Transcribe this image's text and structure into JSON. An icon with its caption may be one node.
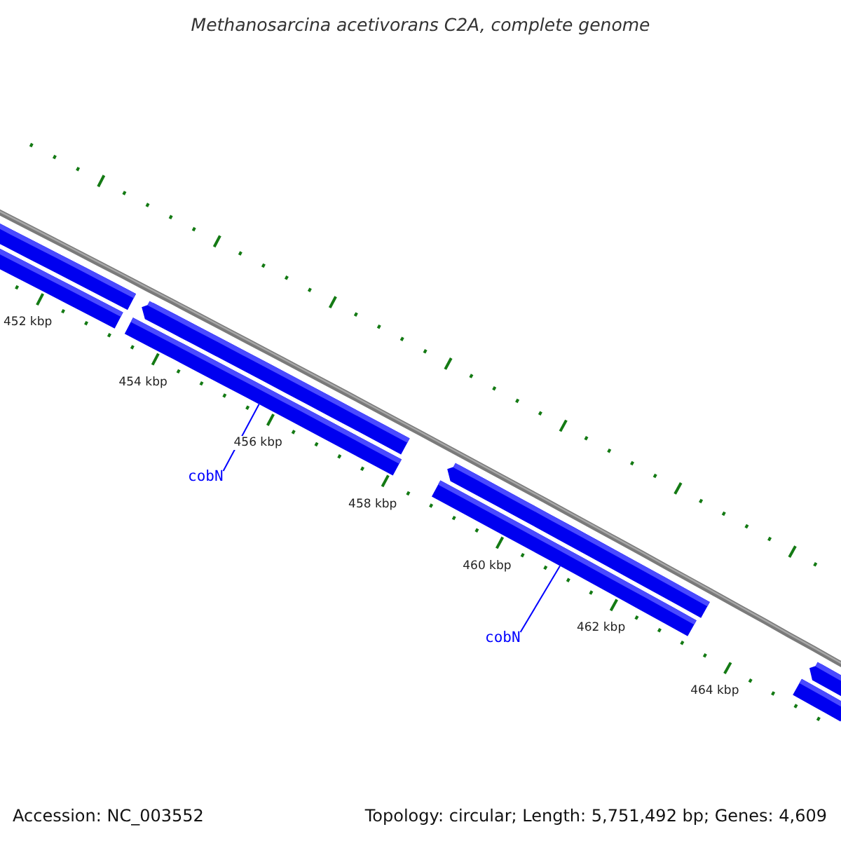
{
  "diagram": {
    "title": "Methanosarcina acetivorans C2A, complete genome",
    "nodes": [
      {
        "text": [],
        "shape": "bar"
      },
      {
        "text": [],
        "shape": "bar"
      },
      {
        "text": [],
        "shape": "arrow"
      },
      {
        "text": [],
        "shape": "bar"
      },
      {
        "text": [],
        "shape": "arrow"
      },
      {
        "text": [],
        "shape": "bar"
      },
      {
        "text": [],
        "shape": "arrow"
      },
      {
        "text": [],
        "shape": "bar"
      },
      {
        "text": [
          "cobN"
        ]
      },
      {
        "text": [
          "cobN"
        ]
      }
    ],
    "edges": [
      {
        "from": 8,
        "to": 3,
        "arrow": "none"
      },
      {
        "from": 9,
        "to": 5,
        "arrow": "none"
      }
    ],
    "labels": [
      "452 kbp",
      "454 kbp",
      "456 kbp",
      "458 kbp",
      "460 kbp",
      "462 kbp",
      "464 kbp",
      "Accession: NC_003552",
      "Topology: circular; Length: 5,751,492 bp; Genes: 4,609"
    ]
  }
}
